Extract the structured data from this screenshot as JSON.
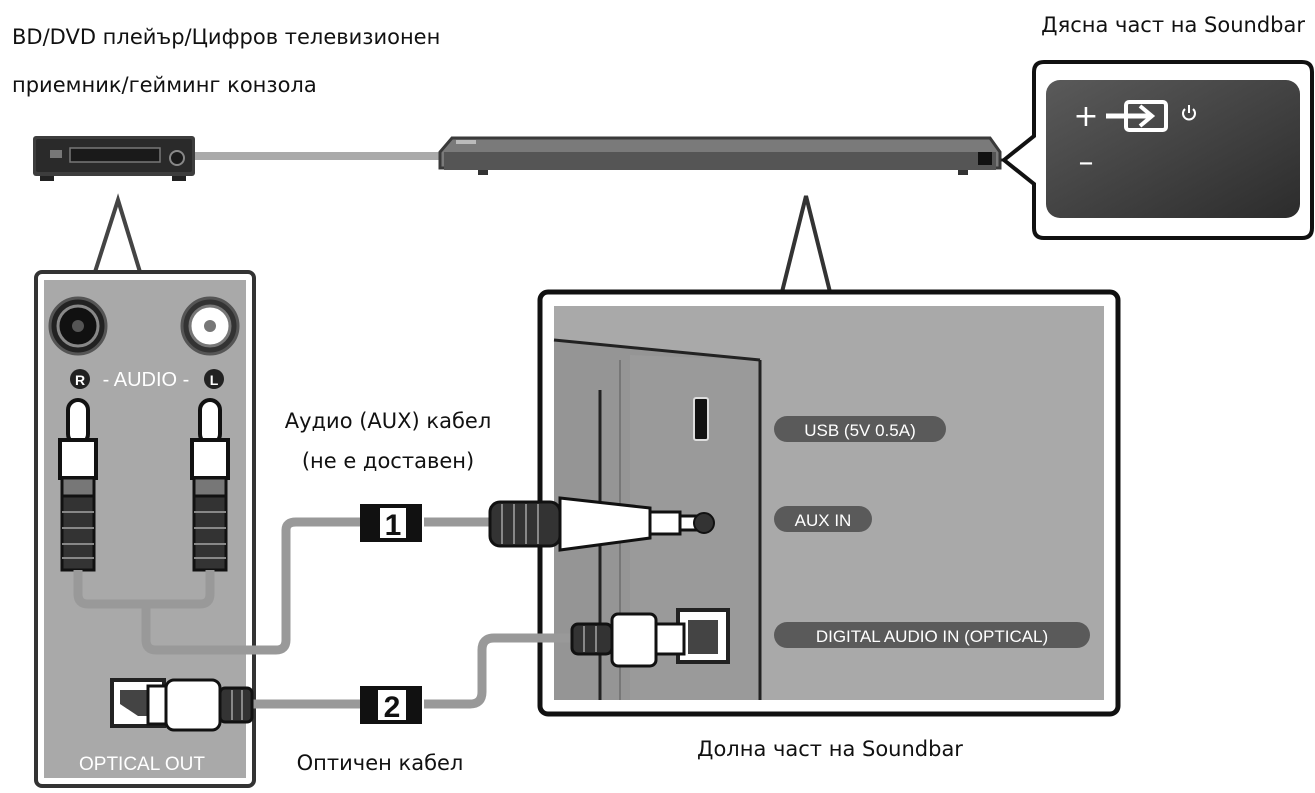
{
  "labels": {
    "source_device_line1": "BD/DVD плейър/Цифров телевизионен",
    "source_device_line2": "приемник/гейминг конзола",
    "soundbar_right": "Дясна част на Soundbar",
    "soundbar_bottom": "Долна част на Soundbar",
    "aux_cable_line1": "Аудио (AUX) кабел",
    "aux_cable_line2": "(не е доставен)",
    "optical_cable": "Оптичен кабел"
  },
  "source_panel": {
    "audio_label": "- AUDIO -",
    "r_badge": "R",
    "l_badge": "L",
    "optical_out": "OPTICAL OUT"
  },
  "port_labels": {
    "usb": "USB (5V 0.5A)",
    "aux_in": "AUX IN",
    "digital_audio_in": "DIGITAL AUDIO IN (OPTICAL)"
  },
  "right_panel": {
    "plus": "+",
    "minus": "–"
  },
  "steps": {
    "step1": "1",
    "step2": "2"
  },
  "colors": {
    "panel_gray": "#a9a9a9",
    "dark_gray": "#3b3b3b",
    "cable_gray": "#9a9a9a",
    "pill": "#5a5a5a"
  }
}
